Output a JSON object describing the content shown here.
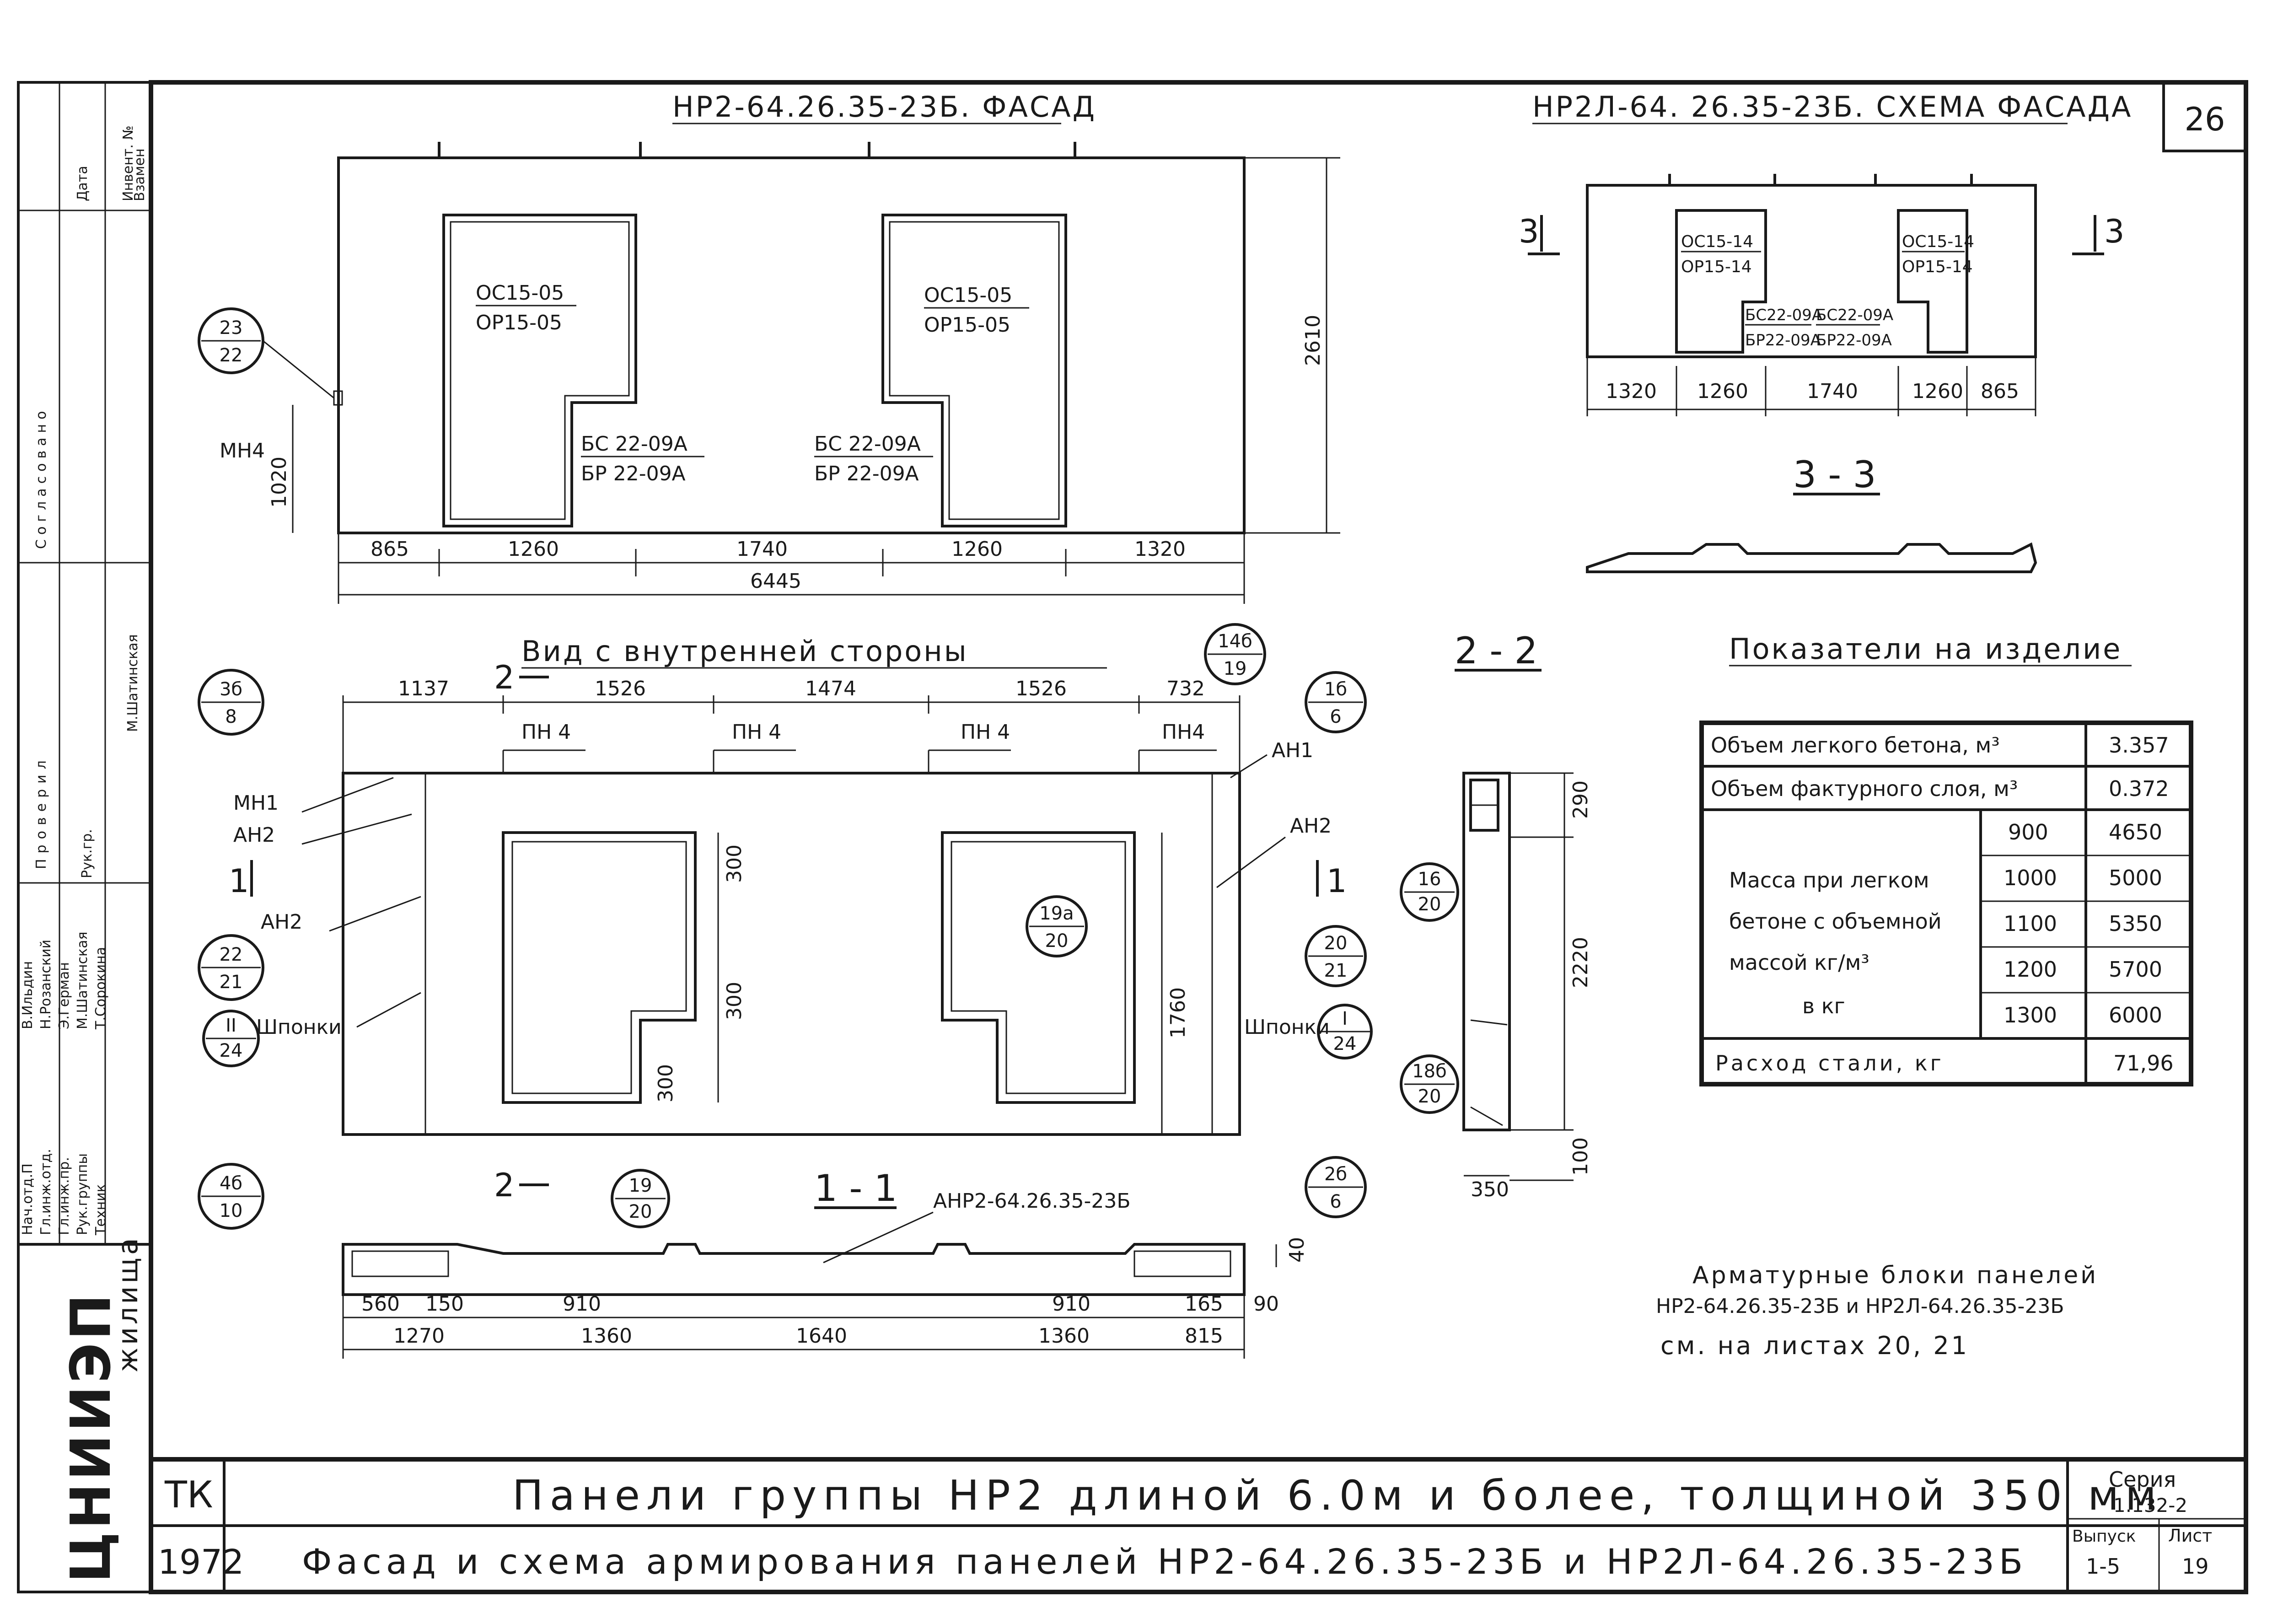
{
  "sheet_no": "26",
  "facade": {
    "title": "НР2-64.26.35-23Б. ФАСАД",
    "win1_top": "ОС15-05",
    "win1_bot": "ОР15-05",
    "win2_top": "ОС15-05",
    "win2_bot": "ОР15-05",
    "door1_top": "БС 22-09А",
    "door1_bot": "БР 22-09А",
    "door2_top": "БС 22-09А",
    "door2_bot": "БР 22-09А",
    "height": "2610",
    "mn_label": "МН4",
    "mn_height": "1020",
    "bubble_top": "23",
    "bubble_bot": "22",
    "dims": [
      "865",
      "1260",
      "1740",
      "1260",
      "1320"
    ],
    "total": "6445"
  },
  "scheme": {
    "title": "НР2Л-64. 26.35-23Б. СХЕМА ФАСАДА",
    "section_mark": "3",
    "w1_top": "ОС15-14",
    "w1_bot": "ОР15-14",
    "w2_top": "ОС15-14",
    "w2_bot": "ОР15-14",
    "d1_top": "БС22-09А",
    "d1_bot": "БР22-09А",
    "d2_top": "БС22-09А",
    "d2_bot": "БР22-09А",
    "dims": [
      "1320",
      "1260",
      "1740",
      "1260",
      "865"
    ],
    "section_title": "3 - 3"
  },
  "inner": {
    "title": "Вид с внутренней стороны",
    "dims": [
      "1137",
      "1526",
      "1474",
      "1526",
      "732"
    ],
    "pn": [
      "ПН 4",
      "ПН 4",
      "ПН 4",
      "ПН4"
    ],
    "mn1": "МН1",
    "an2a": "АН2",
    "an2b": "АН2",
    "an1": "АН1",
    "an2c": "АН2",
    "shponki1": "Шпонки",
    "shponki2": "Шпонки",
    "cut1": "1",
    "cut2": "2",
    "d300a": "300",
    "d300b": "300",
    "d300c": "300",
    "d1760": "1760",
    "bubbles": {
      "b3": [
        "3б",
        "8"
      ],
      "b14": [
        "14б",
        "19"
      ],
      "b1": [
        "1б",
        "6"
      ],
      "b22": [
        "22",
        "21"
      ],
      "b11": [
        "II",
        "24"
      ],
      "b4": [
        "4б",
        "10"
      ],
      "b19a": [
        "19а",
        "20"
      ],
      "b20": [
        "20",
        "21"
      ],
      "bI": [
        "I",
        "24"
      ],
      "b2": [
        "2б",
        "6"
      ],
      "b19": [
        "19",
        "20"
      ]
    }
  },
  "section22": {
    "title": "2 - 2",
    "dims": [
      "290",
      "2220",
      "100"
    ],
    "width": "350",
    "b16": [
      "16",
      "20"
    ],
    "b18": [
      "18б",
      "20"
    ]
  },
  "section11": {
    "title": "1 - 1",
    "label": "АНР2-64.26.35-23Б",
    "d40": "40",
    "top_dims": [
      "560",
      "150",
      "910",
      "910",
      "165",
      "90"
    ],
    "bot_dims": [
      "1270",
      "1360",
      "1640",
      "1360",
      "815"
    ]
  },
  "table": {
    "title": "Показатели на изделие",
    "r1": {
      "label": "Объем легкого бетона, м³",
      "value": "3.357"
    },
    "r2": {
      "label": "Объем фактурного слоя, м³",
      "value": "0.372"
    },
    "mass_label": [
      "Масса при легком",
      "бетоне с объемной",
      "массой кг/м³",
      "в кг"
    ],
    "mass_rows": [
      {
        "d": "900",
        "v": "4650"
      },
      {
        "d": "1000",
        "v": "5000"
      },
      {
        "d": "1100",
        "v": "5350"
      },
      {
        "d": "1200",
        "v": "5700"
      },
      {
        "d": "1300",
        "v": "6000"
      }
    ],
    "r_steel": {
      "label": "Расход стали, кг",
      "value": "71,96"
    }
  },
  "note": {
    "l1": "Арматурные блоки панелей",
    "l2": "НР2-64.26.35-23Б и НР2Л-64.26.35-23Б",
    "l3": "см. на листах 20, 21"
  },
  "titleblock": {
    "tk": "ТК",
    "year": "1972",
    "line1": "Панели группы НР2 длиной 6.0м и более, толщиной 350 мм",
    "line2": "Фасад и схема армирования панелей НР2-64.26.35-23Б и НР2Л-64.26.35-23Б",
    "seria_l": "Серия",
    "seria_v": "1.132-2",
    "vyp_l": "Выпуск",
    "vyp_v": "1-5",
    "list_l": "Лист",
    "list_v": "19"
  },
  "left_stamp": {
    "org": "ЦНИИЭП",
    "org2": "жилища",
    "roles": [
      "Нач.отд.П",
      "Гл.инж.отд.",
      "Гл.инж.пр.",
      "Рук.группы",
      "Техник"
    ],
    "names": [
      "В.Ильдин",
      "Н.Розанский",
      "Э.Герман",
      "М.Шатинская",
      "Т.Сорокина"
    ],
    "check": "Проверил",
    "check_role": "Рук.гр.",
    "check_name": "М.Шатинская",
    "agreed": "Согласовано",
    "top_cols": [
      "Дата",
      "Инвент. №",
      "Взамен"
    ]
  }
}
